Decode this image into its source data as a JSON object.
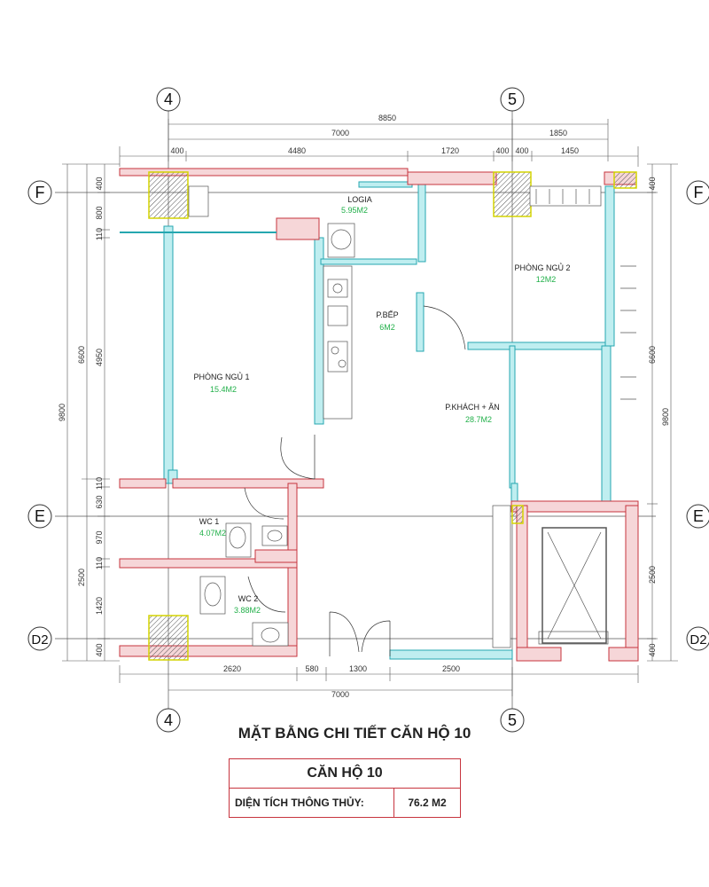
{
  "plan": {
    "title": "MẶT BẰNG CHI TIẾT CĂN HỘ 10",
    "grid_labels": {
      "top_left": "4",
      "top_right": "5",
      "bottom_left": "4",
      "bottom_right": "5",
      "left_f": "F",
      "left_e": "E",
      "left_d2": "D2",
      "right_f": "F",
      "right_e": "E",
      "right_d2": "D2"
    },
    "rooms": [
      {
        "name": "LOGIA",
        "area": "5.95M2"
      },
      {
        "name": "P.BẾP",
        "area": "6M2"
      },
      {
        "name": "PHÒNG NGỦ 2",
        "area": "12M2"
      },
      {
        "name": "PHÒNG NGỦ 1",
        "area": "15.4M2"
      },
      {
        "name": "P.KHÁCH + ĂN",
        "area": "28.7M2"
      },
      {
        "name": "WC 1",
        "area": "4.07M2"
      },
      {
        "name": "WC 2",
        "area": "3.88M2"
      }
    ],
    "dimensions": {
      "top_overall": "8850",
      "top_sub_a": "7000",
      "top_sub_b": "1850",
      "top_segments": [
        "400",
        "4480",
        "1720",
        "400",
        "400",
        "1450"
      ],
      "bottom_segments": [
        "2620",
        "580",
        "1300",
        "2500"
      ],
      "bottom_overall": "7000",
      "left_overall": "9800",
      "left_segments": [
        "400",
        "800",
        "110",
        "4950",
        "110",
        "630",
        "970",
        "110",
        "1420",
        "400"
      ],
      "left_sub": [
        "6600",
        "2500"
      ],
      "right_overall": "9800",
      "right_segments": [
        "400",
        "6600",
        "2500",
        "400"
      ]
    }
  },
  "info": {
    "heading": "CĂN HỘ 10",
    "label": "DIỆN TÍCH THÔNG THỦY:",
    "value": "76.2 M2"
  }
}
